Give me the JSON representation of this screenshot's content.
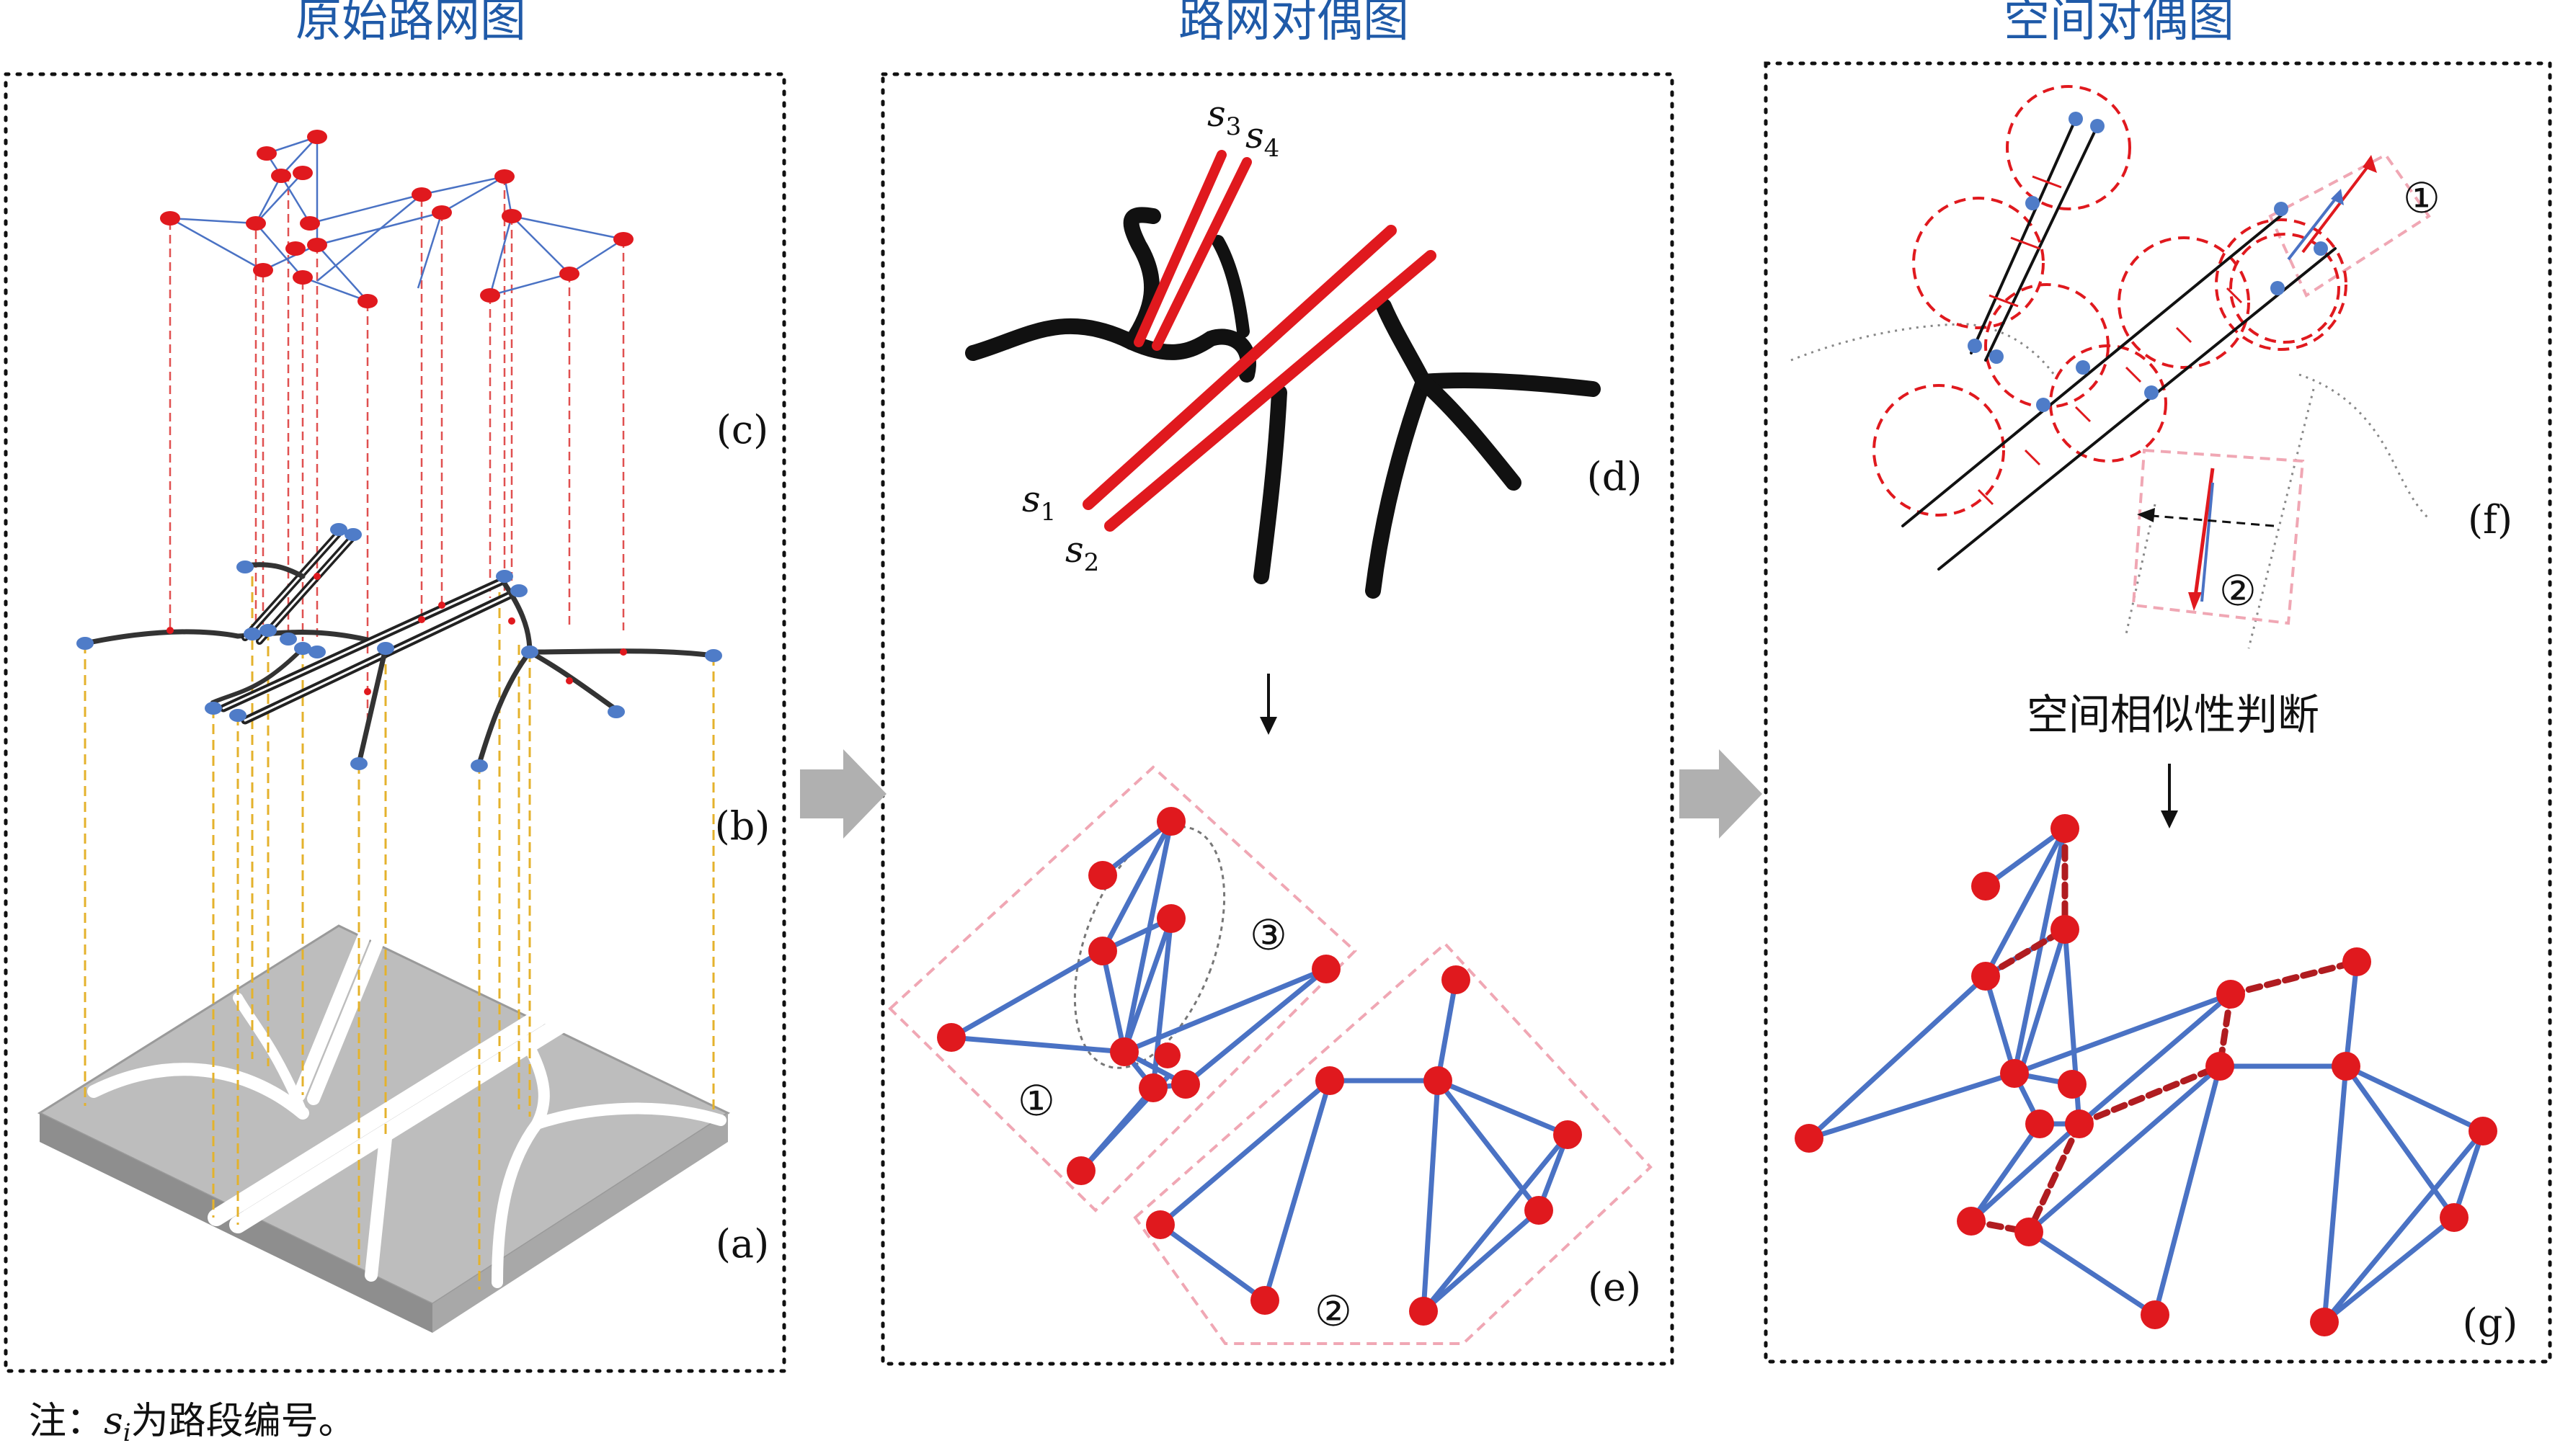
{
  "titles": {
    "left": "原始路网图",
    "middle": "路网对偶图",
    "right": "空间对偶图"
  },
  "panel_labels": {
    "a": "(a)",
    "b": "(b)",
    "c": "(c)",
    "d": "(d)",
    "e": "(e)",
    "f": "(f)",
    "g": "(g)"
  },
  "segment_labels": {
    "s1": {
      "base": "s",
      "sub": "1"
    },
    "s2": {
      "base": "s",
      "sub": "2"
    },
    "s3": {
      "base": "s",
      "sub": "3"
    },
    "s4": {
      "base": "s",
      "sub": "4"
    }
  },
  "markers": {
    "e_group1": "①",
    "e_group2": "②",
    "e_group3": "③",
    "f_case1": "①",
    "f_case2": "②"
  },
  "caption_f_to_g": "空间相似性判断",
  "note": {
    "prefix": "注：",
    "var_base": "s",
    "var_sub": "i",
    "suffix": "为路段编号。"
  },
  "colors": {
    "title_blue": "#1f5aa8",
    "node_red": "#e0191e",
    "edge_blue": "#4a72c4",
    "road_black": "#111111",
    "road_red": "#e0191e",
    "link_dashed_red": "#b01c20",
    "panel_border": "#111111",
    "group_pink": "#f0a7b4",
    "arrow_gray": "#b0b0b0",
    "node_blue": "#4f7cc8",
    "ground_gray": "#bdbdbd"
  }
}
